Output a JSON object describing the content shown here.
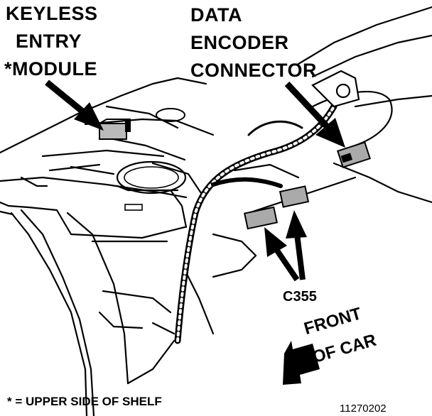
{
  "labels": {
    "keyless_line1": "KEYLESS",
    "keyless_line2": "ENTRY",
    "keyless_line3": "*MODULE",
    "data_line1": "DATA",
    "data_line2": "ENCODER",
    "data_line3": "CONNECTOR",
    "c355": "C355",
    "front_line1": "FRONT",
    "front_line2": "OF CAR"
  },
  "footnote": "* = UPPER SIDE OF SHELF",
  "figure_number": "11270202"
}
